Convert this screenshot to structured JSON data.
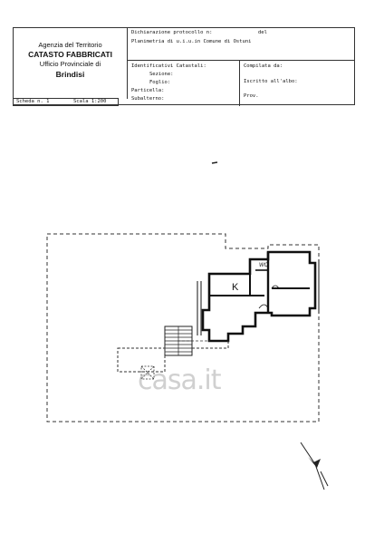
{
  "header": {
    "agency": "Agenzia del Territorio",
    "catasto": "CATASTO FABBRICATI",
    "ufficio": "Ufficio Provinciale di",
    "city": "Brindisi",
    "dichiarazione": "Dichiarazione protocollo n:",
    "del": "del",
    "planimetria": "Planimetria di u.i.u.in Comune di Ostuni",
    "identificativi": "Identificativi Catastali:",
    "sezione": "Sezione:",
    "foglio": "Foglio:",
    "particella": "Particella:",
    "subalterno": "Subalterno:",
    "compilata": "Compilata da:",
    "iscritto": "Iscritto all'albo:",
    "prov": "Prov."
  },
  "sheet": {
    "scheda": "Scheda n. 1",
    "scala": "Scala 1:200"
  },
  "plan": {
    "room_k": "K",
    "room_wc": "WC"
  },
  "watermark": "casa.it"
}
